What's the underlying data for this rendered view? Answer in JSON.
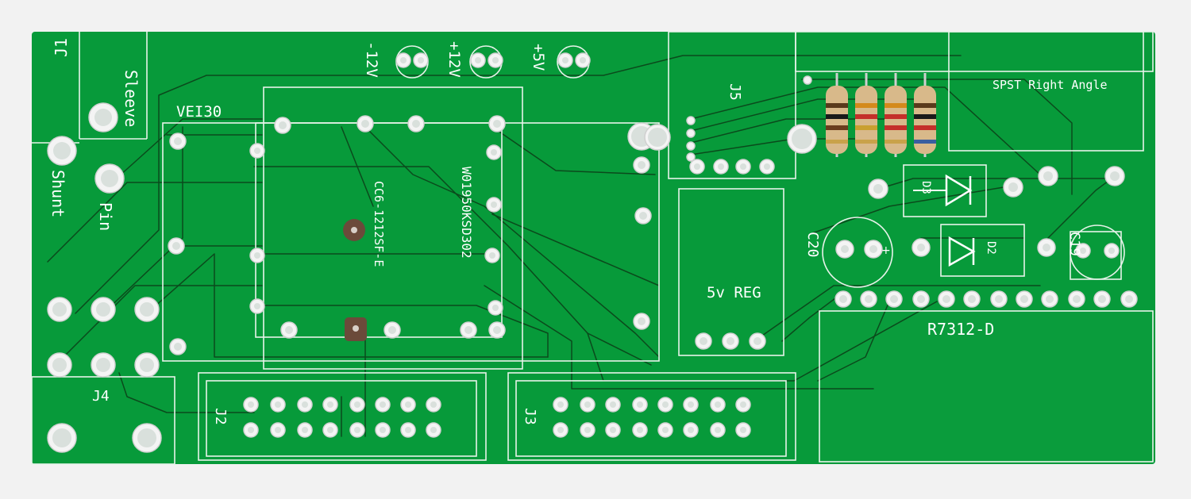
{
  "board": {
    "colors": {
      "background": "#f2f2f2",
      "pcb": "#079a3a",
      "silkscreen": "#ffffff",
      "copper_pour": "#0a9c3c",
      "trace": "#0b4a1c",
      "pad": "#f4f4f4"
    },
    "labels": {
      "j1": "J1",
      "sleeve": "Sleeve",
      "shunt": "Shunt",
      "pin": "Pin",
      "vei30": "VEI30",
      "minus12": "-12V",
      "plus12": "+12V",
      "plus5": "+5V",
      "cc": "CC6-1212SF-E",
      "w0": "W01950KSD302",
      "j5": "J5",
      "spst": "SPST Right Angle",
      "d3": "D3",
      "d2": "D2",
      "c20": "C20",
      "c19": "C19",
      "reg": "5v REG",
      "r7312": "R7312-D",
      "j4": "J4",
      "j2": "J2",
      "j3": "J3",
      "plus_mark": "+"
    },
    "resistors": [
      {
        "bands": [
          "#5a3a1c",
          "#1a1a1a",
          "#6b3d1e",
          "#c9a24a"
        ]
      },
      {
        "bands": [
          "#d48a1c",
          "#c4302a",
          "#c9a030",
          "#c9a24a"
        ]
      },
      {
        "bands": [
          "#d48a1c",
          "#c4302a",
          "#c4302a",
          "#c9a24a"
        ]
      },
      {
        "bands": [
          "#5a3a1c",
          "#1a1a1a",
          "#c4302a",
          "#3a5fa0"
        ]
      }
    ]
  }
}
